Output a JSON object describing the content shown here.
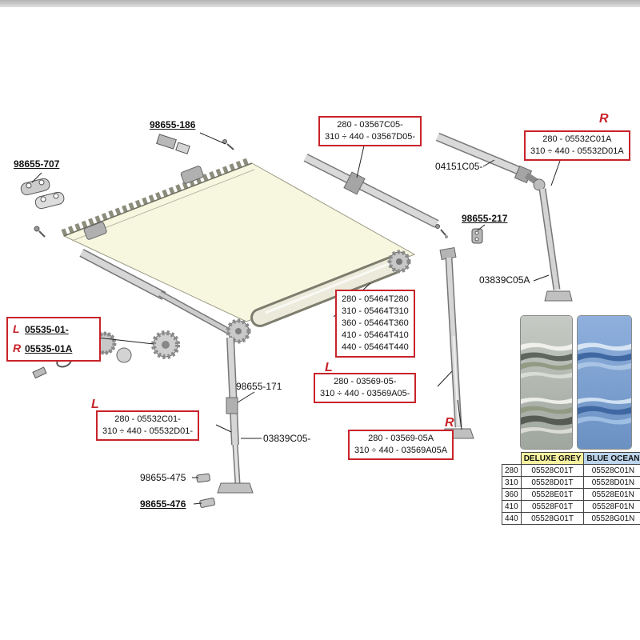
{
  "page": {
    "accent_red": "#c8232b",
    "header_yellow": "#f6f1a0",
    "header_blue": "#bcd4ec"
  },
  "labels": {
    "p186": "98655-186",
    "p707": "98655-707",
    "p217": "98655-217",
    "p171": "98655-171",
    "p475": "98655-475",
    "p476": "98655-476",
    "p04151": "04151C05-",
    "p03839A": "03839C05A",
    "p03839": "03839C05-",
    "l": "L",
    "r": "R"
  },
  "boxes": {
    "b03567": [
      "280 - 03567C05-",
      "310 ÷ 440 - 03567D05-"
    ],
    "b05532A": [
      "280 - 05532C01A",
      "310 ÷ 440 - 05532D01A"
    ],
    "b05464": [
      "280 - 05464T280",
      "310 - 05464T310",
      "360 - 05464T360",
      "410 - 05464T410",
      "440 - 05464T440"
    ],
    "b03569L": [
      "280 - 03569-05-",
      "310 ÷ 440 - 03569A05-"
    ],
    "b03569R": [
      "280 - 03569-05A",
      "310 ÷ 440 - 03569A05A"
    ],
    "b05532L": [
      "280 - 05532C01-",
      "310 ÷ 440 - 05532D01-"
    ],
    "b05535": {
      "l_part": "05535-01-",
      "r_part": "05535-01A"
    }
  },
  "table": {
    "headers": [
      "DELUXE GREY",
      "BLUE OCEAN"
    ],
    "rows": [
      [
        "280",
        "05528C01T",
        "05528C01N"
      ],
      [
        "310",
        "05528D01T",
        "05528D01N"
      ],
      [
        "360",
        "05528E01T",
        "05528E01N"
      ],
      [
        "410",
        "05528F01T",
        "05528F01N"
      ],
      [
        "440",
        "05528G01T",
        "05528G01N"
      ]
    ]
  }
}
